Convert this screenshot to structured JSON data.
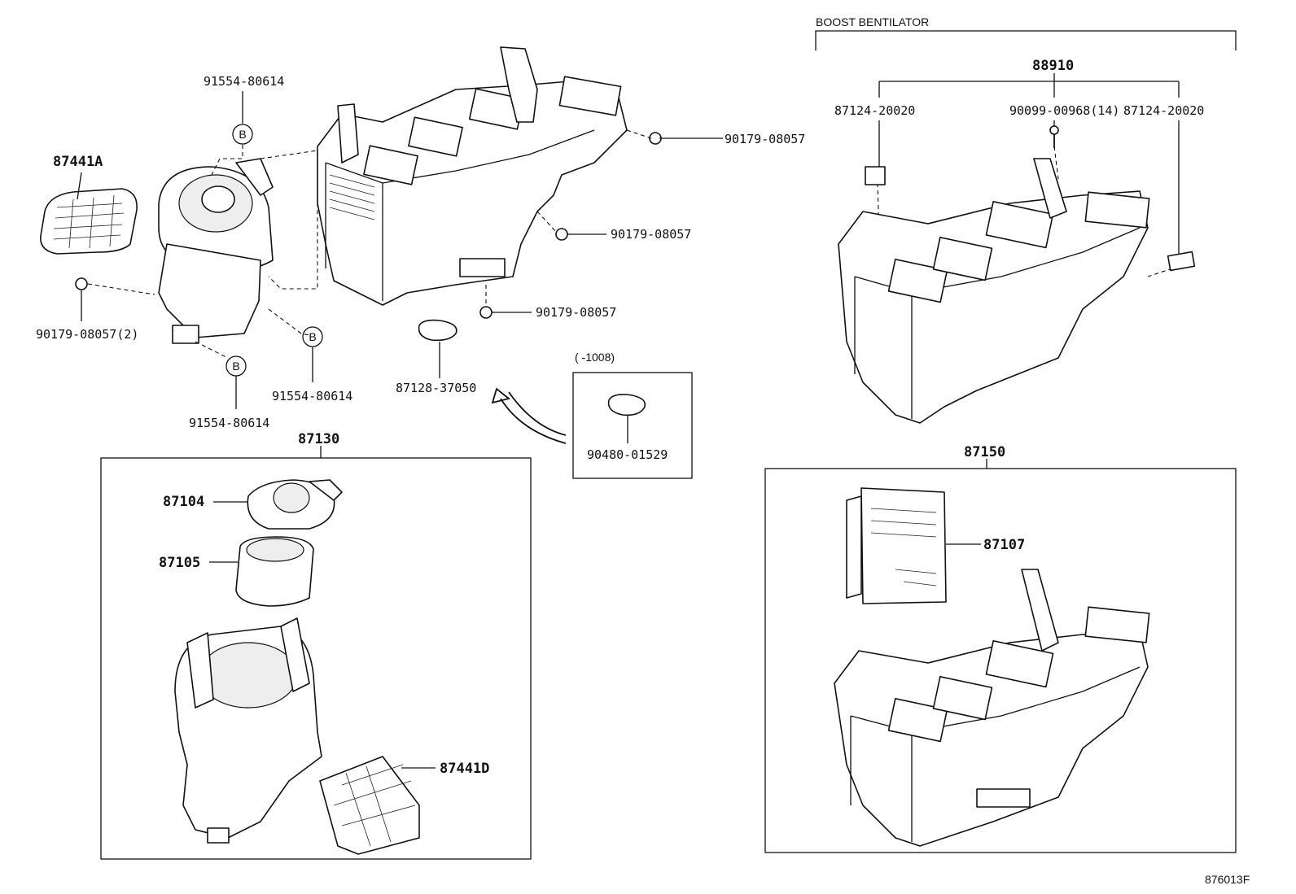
{
  "diagram": {
    "sections": {
      "boost_ventilator": "BOOST BENTILATOR",
      "small_box_note": "(    -1008)"
    },
    "labels": {
      "p91554_top": "91554-80614",
      "p87441A": "87441A",
      "p90179_a": "90179-08057",
      "p90179_b": "90179-08057",
      "p90179_c": "90179-08057",
      "p90179_left": "90179-08057(2)",
      "p91554_mid": "91554-80614",
      "p91554_bot": "91554-80614",
      "p87128": "87128-37050",
      "p90480": "90480-01529",
      "p87130": "87130",
      "p87104": "87104",
      "p87105": "87105",
      "p87441D": "87441D",
      "p88910": "88910",
      "p87124_left": "87124-20020",
      "p90099": "90099-00968(14)",
      "p87124_right": "87124-20020",
      "p87150": "87150",
      "p87107": "87107",
      "diagram_code": "876013F"
    },
    "circle_marker": "B"
  }
}
